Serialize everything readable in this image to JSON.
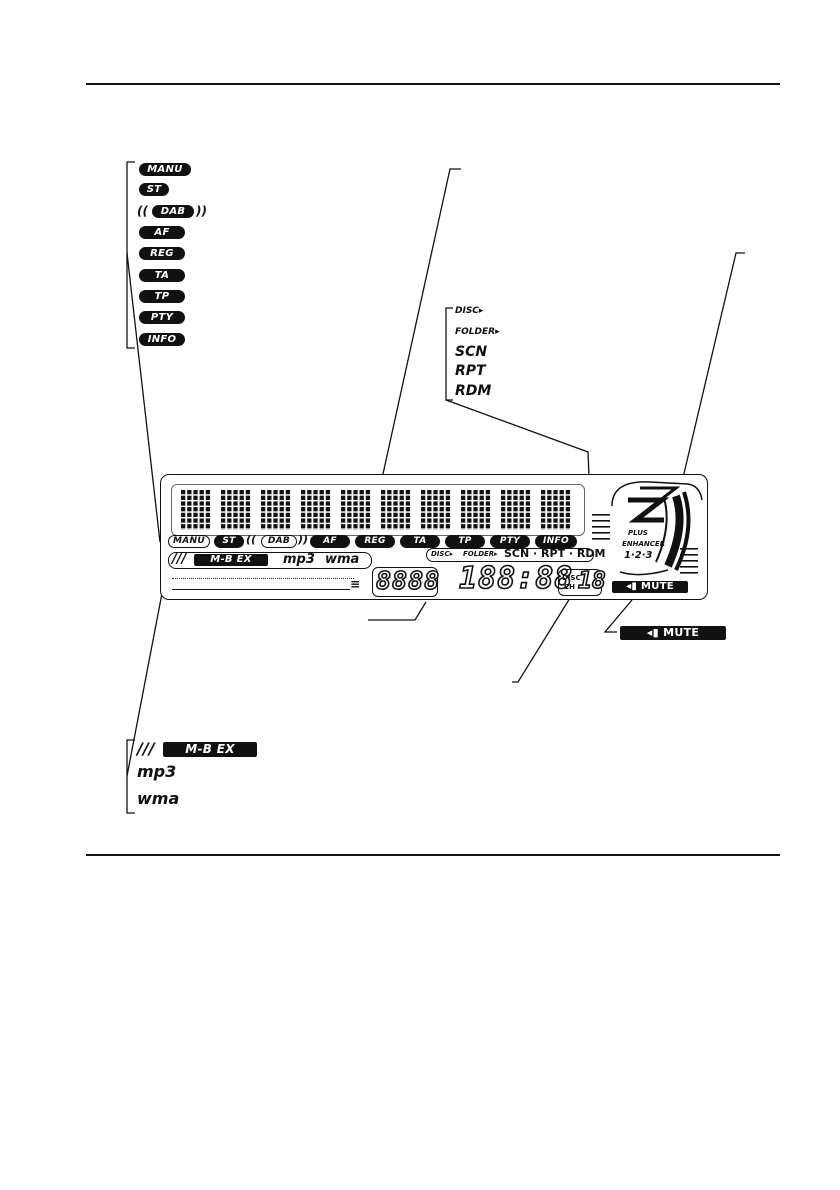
{
  "radio_indicators": [
    "MANU",
    "ST",
    "DAB",
    "AF",
    "REG",
    "TA",
    "TP",
    "PTY",
    "INFO"
  ],
  "play_mode_indicators": [
    "DISC▸",
    "FOLDER▸",
    "SCN",
    "RPT",
    "RDM"
  ],
  "lcd_play_mode_strip": {
    "disc": "DISC▸",
    "folder": "FOLDER▸",
    "modes": "SCN · RPT · RDM"
  },
  "audio_indicators": {
    "mbex": "M-B EX",
    "mp3": "mp3",
    "wma": "wma"
  },
  "mute_indicator": {
    "label": "MUTE"
  },
  "disc_ch": {
    "disc": "DISC",
    "ch": "CH",
    "digits": "18"
  },
  "enhancer": {
    "plus": "PLUS",
    "label": "ENHANCER",
    "levels": "1·2·3"
  },
  "segment_display": {
    "left": "8888",
    "right": "188:88"
  },
  "colors": {
    "ink": "#111111",
    "paper": "#ffffff"
  }
}
